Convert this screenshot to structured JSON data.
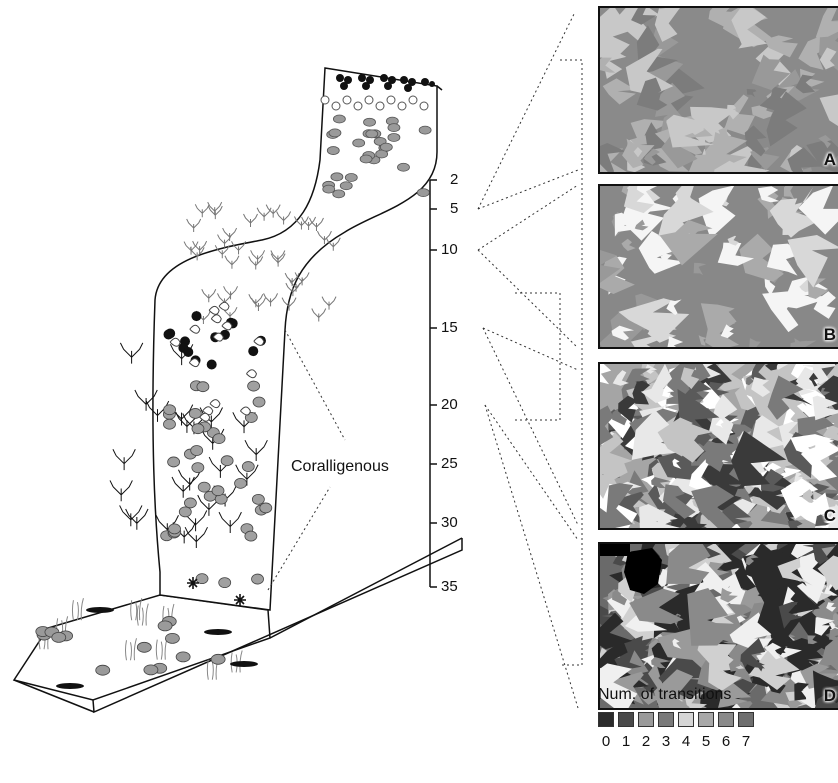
{
  "depth_scale": {
    "ticks": [
      "2",
      "5",
      "10",
      "15",
      "20",
      "25",
      "30",
      "35"
    ]
  },
  "zone_label": "Coralligenous",
  "panels": [
    {
      "letter": "A"
    },
    {
      "letter": "B"
    },
    {
      "letter": "C"
    },
    {
      "letter": "D"
    }
  ],
  "legend": {
    "title": "Num. of transitions",
    "items": [
      {
        "label": "0",
        "color": "#2b2b2b"
      },
      {
        "label": "1",
        "color": "#4a4a4a"
      },
      {
        "label": "2",
        "color": "#9a9a9a"
      },
      {
        "label": "3",
        "color": "#7a7a7a"
      },
      {
        "label": "4",
        "color": "#d6d6d6"
      },
      {
        "label": "5",
        "color": "#a8a8a8"
      },
      {
        "label": "6",
        "color": "#8a8a8a"
      },
      {
        "label": "7",
        "color": "#6e6e6e"
      }
    ]
  }
}
